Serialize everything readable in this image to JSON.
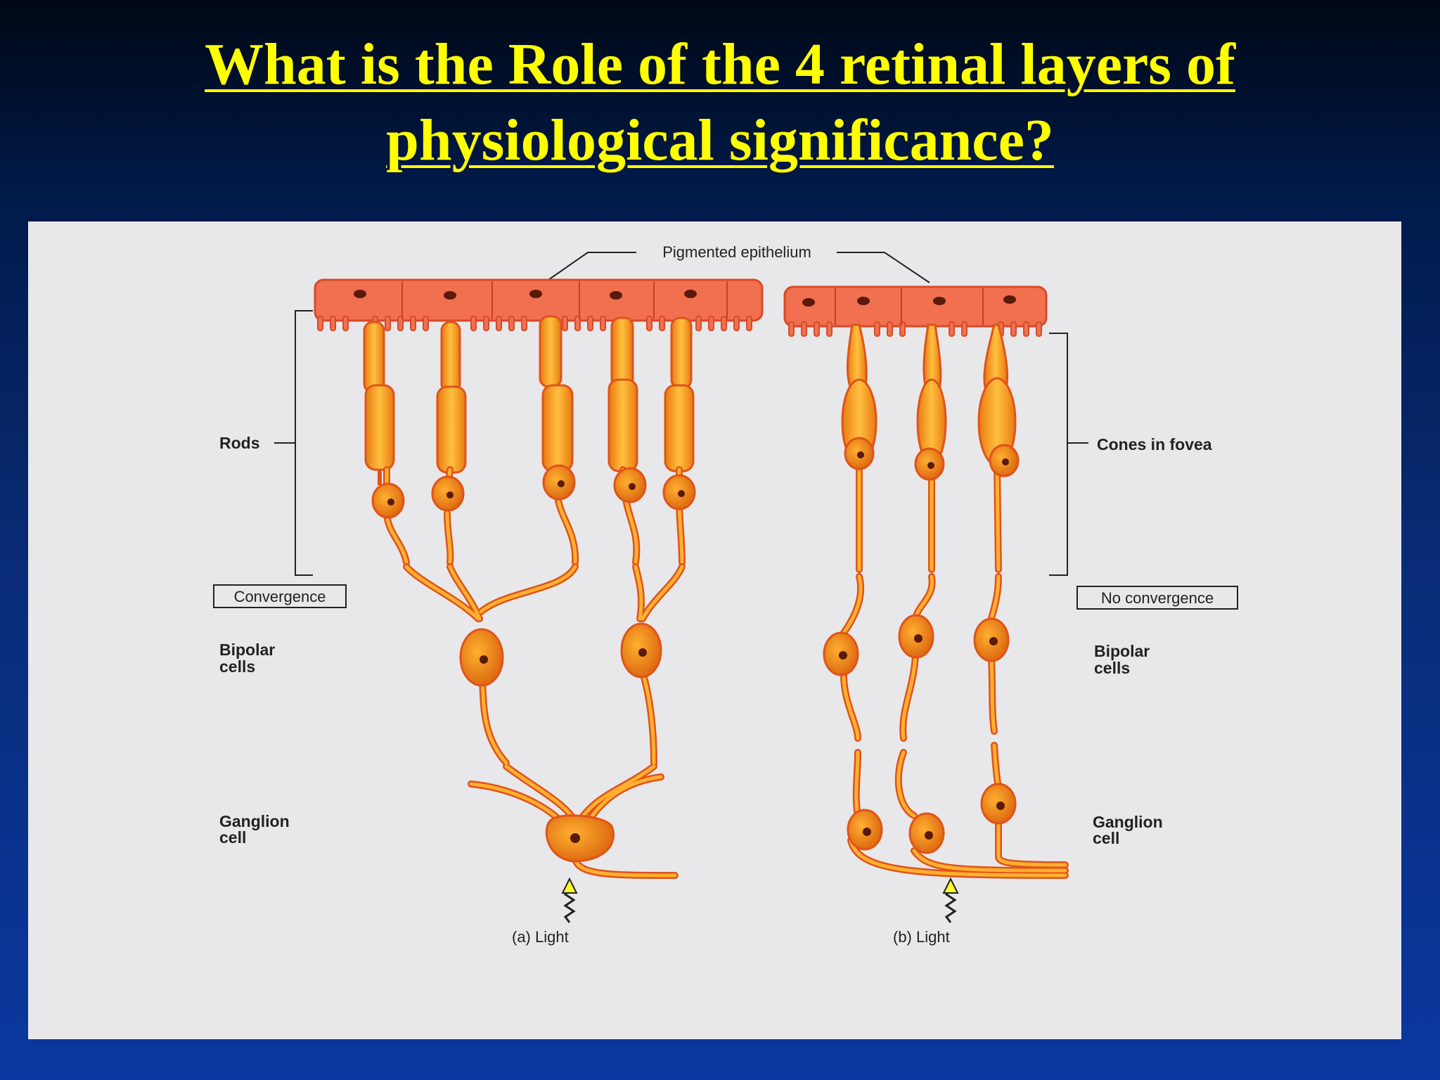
{
  "slide": {
    "title_line1": "What is the Role of the 4 retinal layers of",
    "title_line2": "physiological significance?"
  },
  "diagram": {
    "pigmented_epithelium": "Pigmented epithelium",
    "rods": "Rods",
    "cones_in_fovea": "Cones in fovea",
    "convergence": "Convergence",
    "no_convergence": "No convergence",
    "bipolar_left_1": "Bipolar",
    "bipolar_left_2": "cells",
    "bipolar_right_1": "Bipolar",
    "bipolar_right_2": "cells",
    "ganglion_left_1": "Ganglion",
    "ganglion_left_2": "cell",
    "ganglion_right_1": "Ganglion",
    "ganglion_right_2": "cell",
    "light_a": "(a)  Light",
    "light_b": "(b)  Light"
  },
  "colors": {
    "cell_fill": "#f5a020",
    "cell_stroke": "#e0531a",
    "epithelium": "#f07050",
    "nucleus": "#5a1a0a",
    "background": "#0a2d7a",
    "title": "#ffff00"
  }
}
